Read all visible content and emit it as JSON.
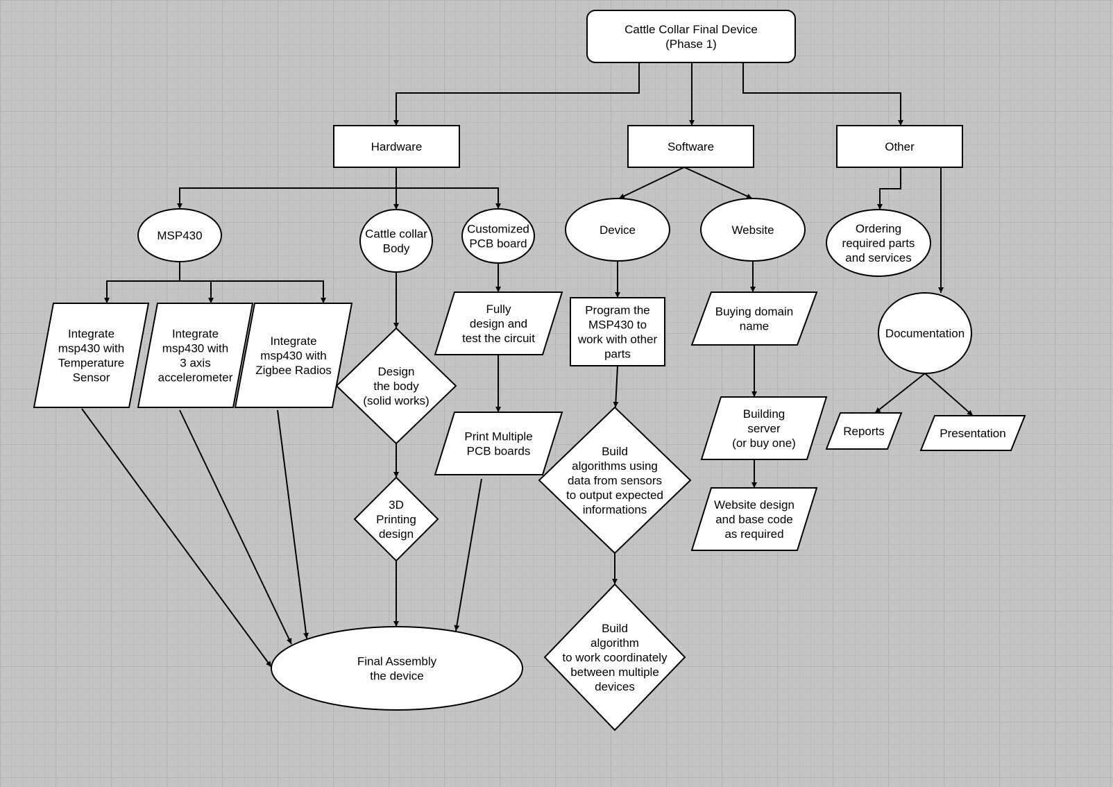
{
  "diagram": {
    "nodes": {
      "root": {
        "lines": [
          "Cattle Collar Final Device",
          "(Phase 1)"
        ]
      },
      "hardware": {
        "lines": [
          "Hardware"
        ]
      },
      "software": {
        "lines": [
          "Software"
        ]
      },
      "other": {
        "lines": [
          "Other"
        ]
      },
      "msp430": {
        "lines": [
          "MSP430"
        ]
      },
      "collar_body": {
        "lines": [
          "Cattle collar",
          "Body"
        ]
      },
      "pcb": {
        "lines": [
          "Customized",
          "PCB board"
        ]
      },
      "device": {
        "lines": [
          "Device"
        ]
      },
      "website": {
        "lines": [
          "Website"
        ]
      },
      "ordering": {
        "lines": [
          "Ordering",
          "required parts",
          "and services"
        ]
      },
      "int_temp": {
        "lines": [
          "Integrate",
          "msp430 with",
          "Temperature",
          "Sensor"
        ]
      },
      "int_accel": {
        "lines": [
          "Integrate",
          "msp430 with",
          "3 axis",
          "accelerometer"
        ]
      },
      "int_zigbee": {
        "lines": [
          "Integrate",
          "msp430 with",
          "Zigbee Radios"
        ]
      },
      "design_body": {
        "lines": [
          "Design",
          "the body",
          "(solid works)"
        ]
      },
      "print3d": {
        "lines": [
          "3D",
          "Printing",
          "design"
        ]
      },
      "fully_design": {
        "lines": [
          "Fully",
          "design and",
          "test the circuit"
        ]
      },
      "print_pcb": {
        "lines": [
          "Print Multiple",
          "PCB boards"
        ]
      },
      "program": {
        "lines": [
          "Program the",
          "MSP430 to",
          "work with other",
          "parts"
        ]
      },
      "build_algo": {
        "lines": [
          "Build",
          "algorithms using",
          "data from sensors",
          "to output expected",
          "informations"
        ]
      },
      "build_coord": {
        "lines": [
          "Build",
          "algorithm",
          "to work coordinately",
          "between multiple",
          "devices"
        ]
      },
      "domain": {
        "lines": [
          "Buying domain",
          "name"
        ]
      },
      "server": {
        "lines": [
          "Building",
          "server",
          "(or buy one)"
        ]
      },
      "web_design": {
        "lines": [
          "Website design",
          "and base code",
          "as required"
        ]
      },
      "documentation": {
        "lines": [
          "Documentation"
        ]
      },
      "reports": {
        "lines": [
          "Reports"
        ]
      },
      "presentation": {
        "lines": [
          "Presentation"
        ]
      },
      "final": {
        "lines": [
          "Final Assembly",
          "the device"
        ]
      }
    },
    "edges": [
      [
        "root",
        "hardware"
      ],
      [
        "root",
        "software"
      ],
      [
        "root",
        "other"
      ],
      [
        "hardware",
        "msp430"
      ],
      [
        "hardware",
        "collar_body"
      ],
      [
        "hardware",
        "pcb"
      ],
      [
        "software",
        "device"
      ],
      [
        "software",
        "website"
      ],
      [
        "other",
        "ordering"
      ],
      [
        "other",
        "documentation"
      ],
      [
        "msp430",
        "int_temp"
      ],
      [
        "msp430",
        "int_accel"
      ],
      [
        "msp430",
        "int_zigbee"
      ],
      [
        "collar_body",
        "design_body"
      ],
      [
        "design_body",
        "print3d"
      ],
      [
        "pcb",
        "fully_design"
      ],
      [
        "fully_design",
        "print_pcb"
      ],
      [
        "device",
        "program"
      ],
      [
        "program",
        "build_algo"
      ],
      [
        "build_algo",
        "build_coord"
      ],
      [
        "website",
        "domain"
      ],
      [
        "domain",
        "server"
      ],
      [
        "server",
        "web_design"
      ],
      [
        "documentation",
        "reports"
      ],
      [
        "documentation",
        "presentation"
      ],
      [
        "int_temp",
        "final"
      ],
      [
        "int_accel",
        "final"
      ],
      [
        "int_zigbee",
        "final"
      ],
      [
        "print3d",
        "final"
      ],
      [
        "print_pcb",
        "final"
      ]
    ]
  }
}
